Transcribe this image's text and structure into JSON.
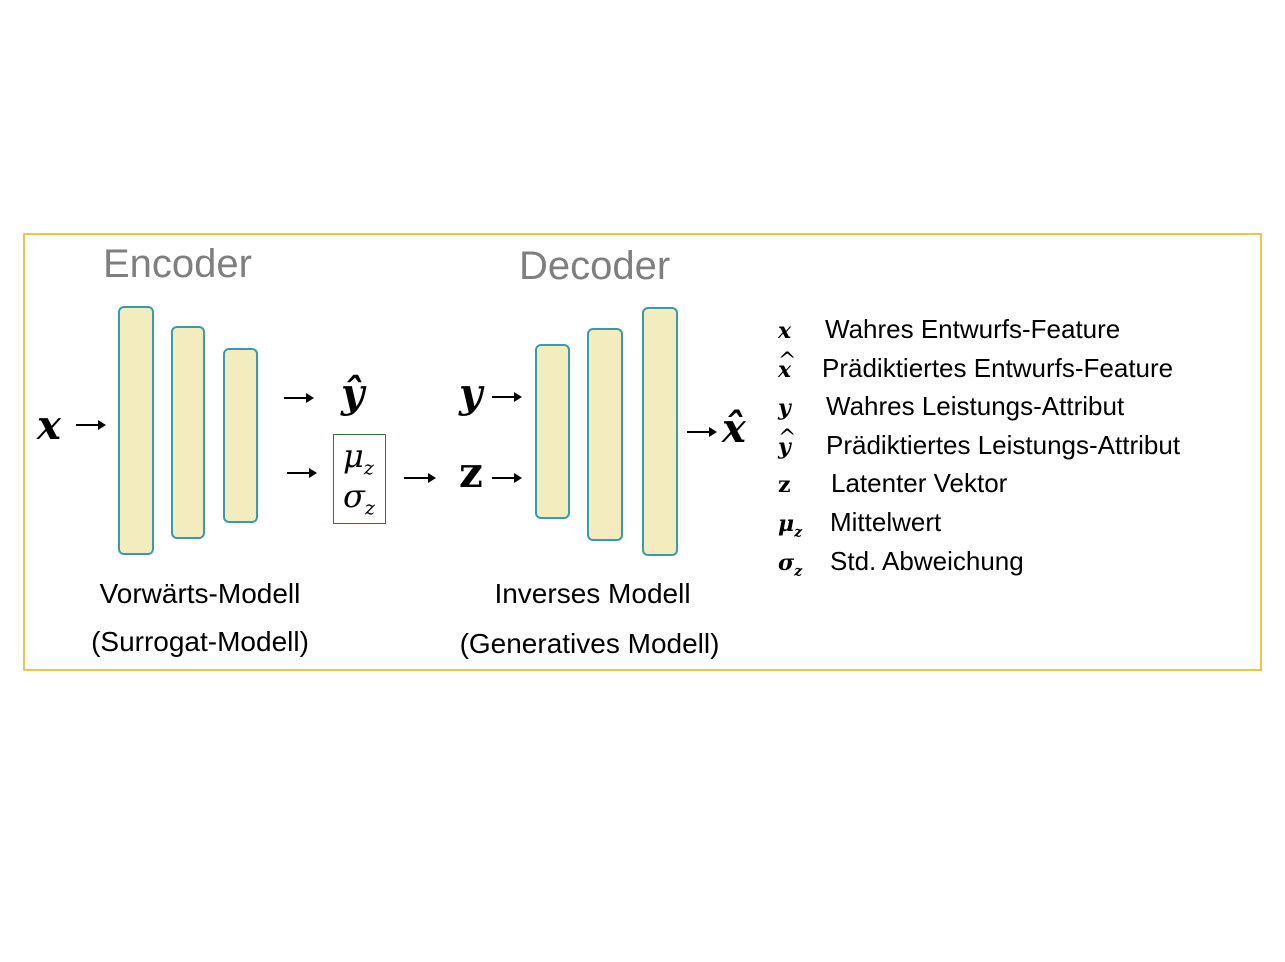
{
  "encoder": {
    "title": "Encoder",
    "input_symbol": "x",
    "output_symbol": "ŷ",
    "latent_params": {
      "mu": "μ",
      "sigma": "σ",
      "subscript": "z"
    },
    "caption_line1": "Vorwärts-Modell",
    "caption_line2": "(Surrogat-Modell)",
    "layers": 3
  },
  "decoder": {
    "title": "Decoder",
    "input_symbols": [
      "y",
      "z"
    ],
    "output_symbol": "x̂",
    "caption_line1": "Inverses Modell",
    "caption_line2": "(Generatives Modell)",
    "layers": 3
  },
  "legend": [
    {
      "symbol": "x",
      "hat": false,
      "sub": "",
      "label": "Wahres Entwurfs-Feature"
    },
    {
      "symbol": "x",
      "hat": true,
      "sub": "",
      "label": "Prädiktiertes Entwurfs-Feature"
    },
    {
      "symbol": "y",
      "hat": false,
      "sub": "",
      "label": "Wahres Leistungs-Attribut"
    },
    {
      "symbol": "y",
      "hat": true,
      "sub": "",
      "label": "Prädiktiertes Leistungs-Attribut"
    },
    {
      "symbol": "z",
      "hat": false,
      "sub": "",
      "label": "Latenter Vektor"
    },
    {
      "symbol": "μ",
      "hat": false,
      "sub": "z",
      "label": "Mittelwert"
    },
    {
      "symbol": "σ",
      "hat": false,
      "sub": "z",
      "label": "Std. Abweichung"
    }
  ],
  "colors": {
    "frame_border": "#e8c84a",
    "layer_fill": "#f2ecbf",
    "layer_border": "#3a9aac",
    "title_text": "#7f7f7f",
    "latent_box_border": "#3a6e3a"
  }
}
